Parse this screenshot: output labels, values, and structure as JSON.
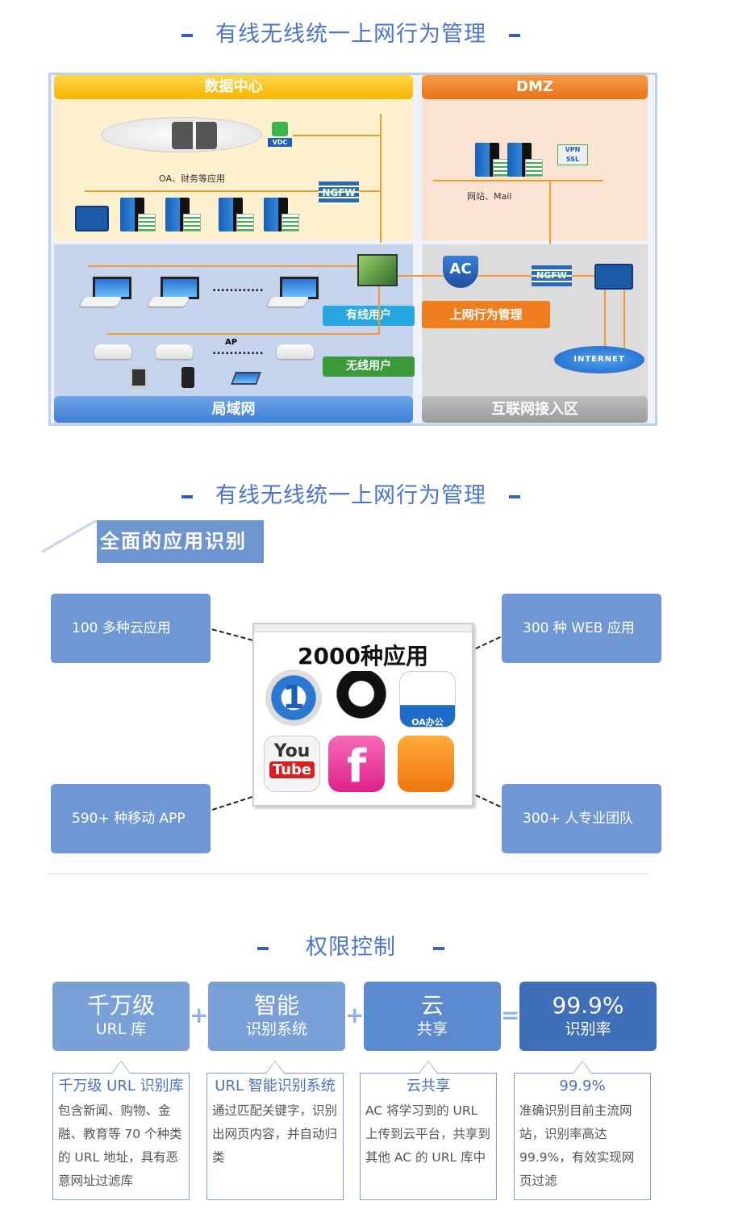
{
  "section1": {
    "title": "有线无线统一上网行为管理",
    "diagram": {
      "datacenter_header": "数据中心",
      "dmz_header": "DMZ",
      "lan_footer": "局域网",
      "internet_footer": "互联网接入区",
      "vdc_label": "VDC",
      "oa_label": "OA、财务等应用",
      "ngfw_label": "NGFW",
      "vpn_label": "VPN",
      "ssl_label": "SSL",
      "web_mail_label": "网站、Mail",
      "ac_label": "AC",
      "behavior_mgmt_label": "上网行为管理",
      "wired_users_label": "有线用户",
      "wireless_users_label": "无线用户",
      "ap_label": "AP",
      "dots": "............",
      "internet_label": "INTERNET"
    }
  },
  "section2": {
    "title": "有线无线统一上网行为管理",
    "banner": "全面的应用识别",
    "features": [
      "100 多种云应用",
      "300 种 WEB 应用",
      "590+ 种移动 APP",
      "300+ 人专业团队"
    ],
    "center_title": "2000种应用",
    "oa_icon_label": "OA办公",
    "youtube_top": "You",
    "youtube_bottom": "Tube",
    "facebook_glyph": "f",
    "num_glyph": "1"
  },
  "section3": {
    "title": "权限控制",
    "cards": [
      {
        "line1": "千万级",
        "line2": "URL 库",
        "color": "#7aa0d8"
      },
      {
        "line1": "智能",
        "line2": "识别系统",
        "color": "#7aa0d8"
      },
      {
        "line1": "云",
        "line2": "共享",
        "color": "#5a8ad0"
      },
      {
        "line1": "99.9%",
        "line2": "识别率",
        "color": "#3f6fb8"
      }
    ],
    "operators": [
      "+",
      "+",
      "="
    ],
    "details": [
      {
        "heading": "千万级 URL 识别库",
        "text": "包含新闻、购物、金融、教育等 70 个种类的 URL 地址，具有恶意网址过滤库"
      },
      {
        "heading": "URL 智能识别系统",
        "text": "通过匹配关键字，识别出网页内容，并自动归类"
      },
      {
        "heading": "云共享",
        "text": "AC 将学习到的 URL 上传到云平台，共享到其他 AC 的 URL 库中"
      },
      {
        "heading": "99.9%",
        "text": "准确识别目前主流网站，识别率高达 99.9%，有效实现网页过滤"
      }
    ]
  }
}
